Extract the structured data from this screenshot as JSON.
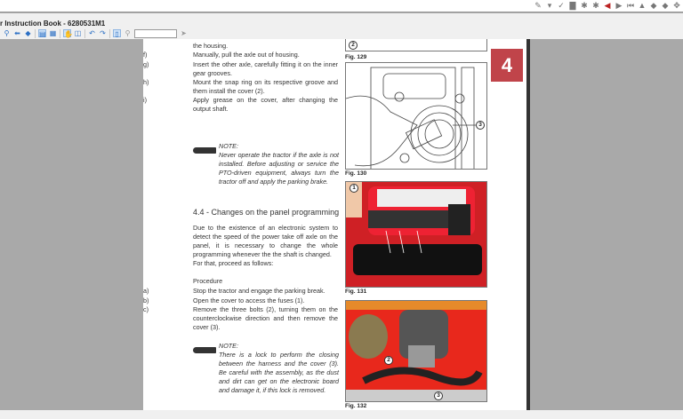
{
  "window": {
    "title": "r Instruction Book - 6280531M1"
  },
  "top_icons": [
    "edit-icon",
    "dropdown-icon",
    "check-icon",
    "print-icon",
    "link-icon",
    "link2-icon",
    "prev-red-icon",
    "next-icon",
    "first-icon",
    "up-icon",
    "left-icon",
    "right-icon",
    "expand-icon"
  ],
  "toolbar": {
    "page_input": ""
  },
  "page": {
    "continued": "the housing.",
    "steps_top": [
      {
        "key": "f)",
        "text": "Manually, pull the axle out of housing."
      },
      {
        "key": "g)",
        "text": "Insert the other axle, carefully fitting it on the inner gear grooves."
      },
      {
        "key": "h)",
        "text": "Mount the snap ring on its respective groove and them install the cover (2)."
      },
      {
        "key": "i)",
        "text": "Apply grease on the cover, after changing the output shaft."
      }
    ],
    "note1_title": "NOTE:",
    "note1_text": "Never operate the tractor if the axle is not installed. Before adjusting or service the PTO-driven equipment, always turn the tractor off and apply the parking brake.",
    "section_title": "4.4 - Changes on the panel programming",
    "intro": "Due to the existence of an electronic system to detect the speed of the power take off axle on the panel, it is necessary to change the whole programming whenever the the shaft is changed.",
    "proceed": "For that, proceed as follows:",
    "procedure_label": "Procedure",
    "steps": [
      {
        "key": "a)",
        "text": "Stop the tractor and engage the parking break."
      },
      {
        "key": "b)",
        "text": "Open the cover to access the fuses (1)."
      },
      {
        "key": "c)",
        "text": "Remove the three bolts (2), turning them on the counterclockwise direction and then remove the cover (3)."
      }
    ],
    "note2_title": "NOTE:",
    "note2_text": "There is a lock to perform the closing between the harness and the cover (3). Be careful with the assembly, as the dust and dirt can get on the electronic board and damage it, if this lock is removed.",
    "chapter_badge": "4",
    "badge_color": "#c0444a",
    "figures": [
      {
        "label": "Fig. 129",
        "callouts": [
          "2"
        ]
      },
      {
        "label": "Fig. 130",
        "callouts": [
          "3"
        ]
      },
      {
        "label": "Fig. 131",
        "callouts": [
          "1"
        ]
      },
      {
        "label": "Fig. 132",
        "callouts": [
          "2",
          "3"
        ]
      }
    ]
  }
}
